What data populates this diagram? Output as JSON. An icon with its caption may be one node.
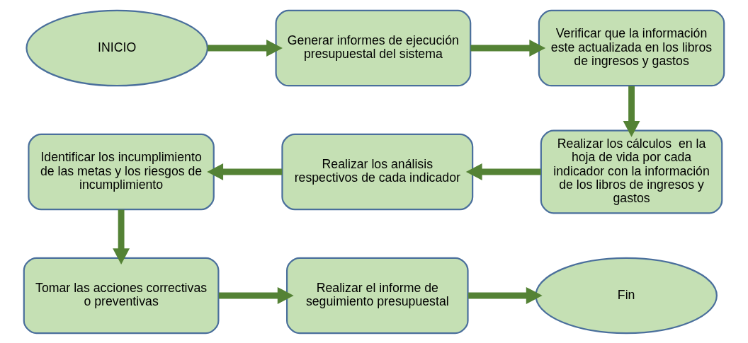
{
  "diagram": {
    "nodes": [
      {
        "text": [
          "INICIO"
        ]
      },
      {
        "text": [
          "Generar informes de ejecución presupuestal del sistema"
        ]
      },
      {
        "text": [
          "Verificar que la información este actualizada en los libros de ingresos y gastos"
        ]
      },
      {
        "text": [
          "Realizar los cálculos  en la hoja de vida por cada indicador con la información de los libros de ingresos y gastos"
        ]
      },
      {
        "text": [
          "Realizar los análisis respectivos de cada indicador"
        ]
      },
      {
        "text": [
          "Identificar los incumplimiento de las metas y los riesgos de incumplimiento"
        ]
      },
      {
        "text": [
          "Tomar las acciones correctivas o preventivas"
        ]
      },
      {
        "text": [
          "Realizar el informe de seguimiento presupuestal"
        ]
      },
      {
        "text": [
          "Fin"
        ]
      }
    ],
    "edges": [
      {
        "from": 0,
        "to": 1,
        "arrow": "to"
      },
      {
        "from": 1,
        "to": 2,
        "arrow": "to"
      },
      {
        "from": 2,
        "to": 3,
        "arrow": "to"
      },
      {
        "from": 3,
        "to": 4,
        "arrow": "to"
      },
      {
        "from": 4,
        "to": 5,
        "arrow": "to"
      },
      {
        "from": 5,
        "to": 6,
        "arrow": "to"
      },
      {
        "from": 6,
        "to": 7,
        "arrow": "to"
      },
      {
        "from": 7,
        "to": 8,
        "arrow": "to"
      }
    ]
  }
}
